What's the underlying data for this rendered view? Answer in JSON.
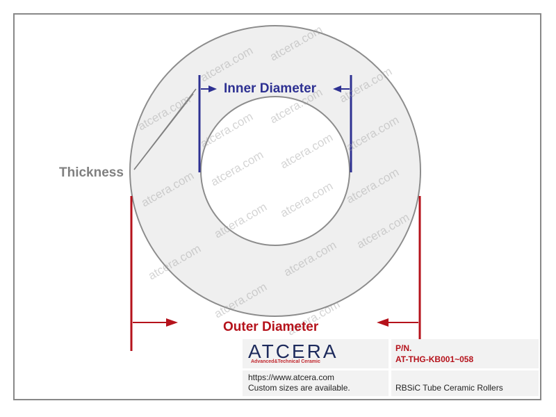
{
  "labels": {
    "inner_diameter": "Inner Diameter",
    "outer_diameter": "Outer Diameter",
    "thickness": "Thickness"
  },
  "watermark": {
    "text": "atcera.com",
    "instances": 18
  },
  "info_table": {
    "logo_text": "ATCERA",
    "logo_tagline": "Advanced&Technical Ceramic",
    "pn_label": "P/N.",
    "pn_value": "AT-THG-KB001~058",
    "website": "https://www.atcera.com",
    "custom_note": "Custom sizes are available.",
    "product_name": "RBSiC Tube Ceramic Rollers"
  },
  "colors": {
    "inner_dimension": "#2e3192",
    "outer_dimension": "#b5121b",
    "thickness": "#808080",
    "ring_fill": "#efefef",
    "ring_stroke": "#8c8c8c",
    "frame": "#888888"
  }
}
